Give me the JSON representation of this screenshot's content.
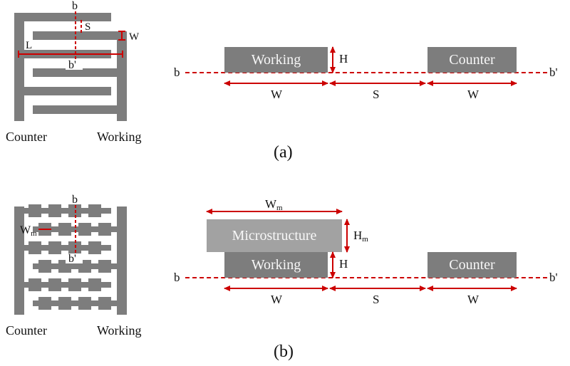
{
  "figure": {
    "colors": {
      "electrode": "#7d7d7d",
      "microstructure": "#a2a2a2",
      "annotation": "#cc0000",
      "label_text": "#111111"
    },
    "panel_a": {
      "caption": "(a)",
      "top_view": {
        "labels": {
          "section_top": "b",
          "section_bottom": "b'",
          "spacing": "S",
          "width": "W",
          "length": "L",
          "electrode_left": "Counter",
          "electrode_right": "Working"
        }
      },
      "cross_section": {
        "labels": {
          "section_left": "b",
          "section_right": "b'",
          "working": "Working",
          "counter": "Counter",
          "height": "H",
          "width_left": "W",
          "spacing": "S",
          "width_right": "W"
        }
      }
    },
    "panel_b": {
      "caption": "(b)",
      "top_view": {
        "labels": {
          "section_top": "b",
          "section_bottom": "b'",
          "micro_width_base": "W",
          "micro_width_sub": "m",
          "electrode_left": "Counter",
          "electrode_right": "Working"
        }
      },
      "cross_section": {
        "labels": {
          "section_left": "b",
          "section_right": "b'",
          "micro_width_base": "W",
          "micro_width_sub": "m",
          "microstructure": "Microstructure",
          "micro_height_base": "H",
          "micro_height_sub": "m",
          "working": "Working",
          "counter": "Counter",
          "height": "H",
          "width_left": "W",
          "spacing": "S",
          "width_right": "W"
        }
      }
    }
  }
}
